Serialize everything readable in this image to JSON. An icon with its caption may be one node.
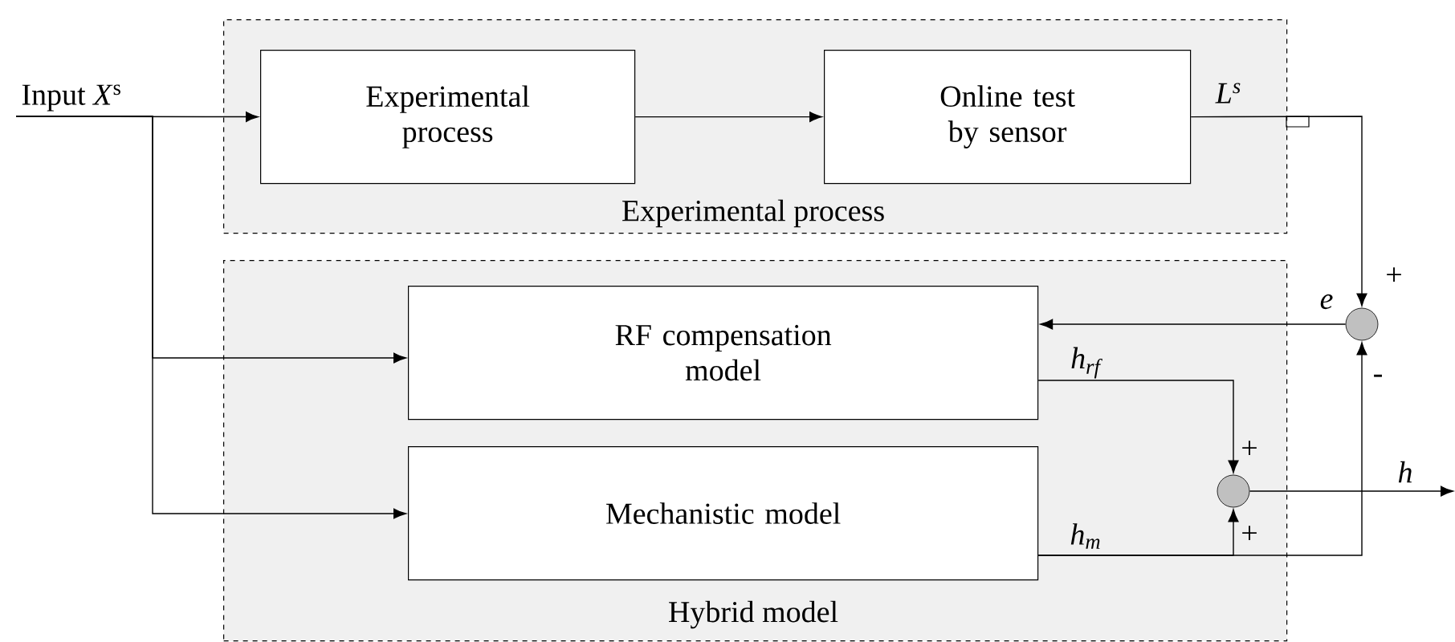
{
  "diagram": {
    "nodes": [
      {
        "text": [
          "Experimental process"
        ]
      },
      {
        "text": [
          "Experimental process"
        ],
        "in": 0
      },
      {
        "text": [
          "Online test by sensor"
        ],
        "in": 0
      },
      {
        "text": [
          "Hybrid model"
        ]
      },
      {
        "text": [
          "RF compensation model"
        ],
        "in": 3
      },
      {
        "text": [
          "Mechanistic model"
        ],
        "in": 3
      },
      {
        "text": [],
        "shape": "circle",
        "in": 3
      },
      {
        "text": [],
        "shape": "circle"
      },
      {
        "text": [
          "Input *X*$^{s}$"
        ]
      }
    ],
    "edges": [
      {
        "from": 8,
        "to": 1,
        "arrow": "to"
      },
      {
        "from": 8,
        "to": 4,
        "arrow": "to"
      },
      {
        "from": 8,
        "to": 5,
        "arrow": "to"
      },
      {
        "from": 1,
        "to": 2,
        "arrow": "to"
      },
      {
        "from": 2,
        "to": 7,
        "arrow": "to",
        "label": "L$^{s}$"
      },
      {
        "from": 7,
        "to": 4,
        "arrow": "to",
        "label": "e"
      },
      {
        "from": 4,
        "to": 6,
        "arrow": "to",
        "label": "h$_{rf}$"
      },
      {
        "from": 5,
        "to": 6,
        "arrow": "to",
        "label": "h$_{m}$"
      },
      {
        "from": 5,
        "to": 7,
        "arrow": "to"
      },
      {
        "from": 6,
        "to": null,
        "arrow": "to",
        "label": "h"
      }
    ],
    "labels": [
      "+",
      "-",
      "+",
      "+"
    ]
  }
}
